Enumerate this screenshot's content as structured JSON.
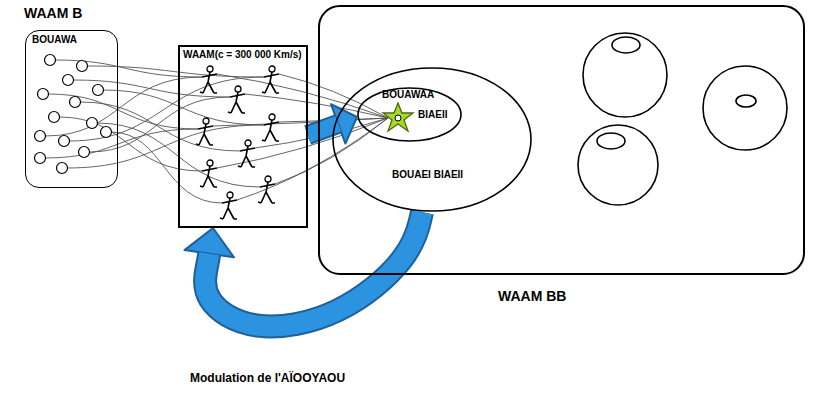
{
  "diagram": {
    "nodes": [
      {
        "text": [
          "WAAM B",
          "BOUAWA"
        ]
      },
      {
        "text": [
          "WAAM(c = 300 000 Km/s)"
        ]
      },
      {
        "text": [
          "WAAM BB"
        ]
      },
      {
        "text": [
          "BOUAEI BIAEII"
        ],
        "in": 2
      },
      {
        "text": [
          "BOUAWAA",
          "BIAEII"
        ],
        "in": 3
      }
    ],
    "edges": [
      {
        "from": 1,
        "to": 4,
        "arrow": "to"
      },
      {
        "from": 3,
        "to": 1,
        "label": "Modulation de l'AÏOOYAOU",
        "arrow": "to"
      }
    ]
  }
}
